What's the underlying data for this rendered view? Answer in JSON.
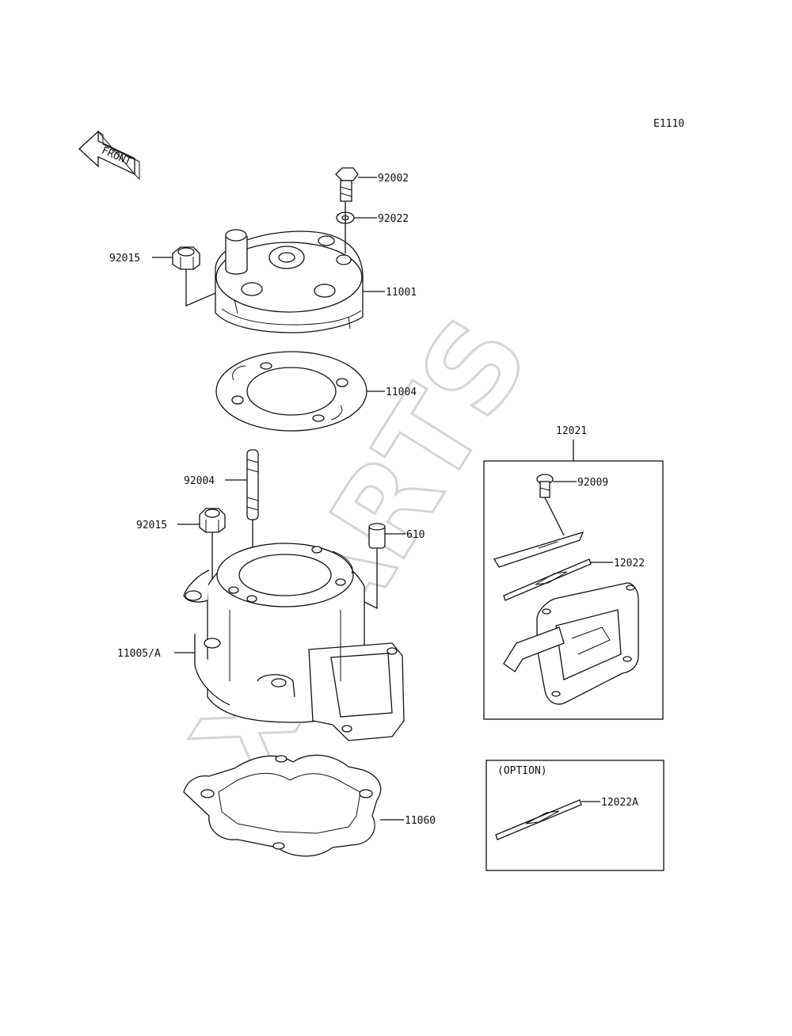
{
  "diagram_code": "E1110",
  "front_label": "FRONT",
  "watermark": "XPARTS",
  "option_label": "(OPTION)",
  "part_labels": {
    "p92002": "92002",
    "p92022": "92022",
    "p92015_top": "92015",
    "p11001": "11001",
    "p11004": "11004",
    "p92004": "92004",
    "p92015_mid": "92015",
    "p610": "610",
    "p11005a": "11005/A",
    "p11060": "11060",
    "p12021": "12021",
    "p92009": "92009",
    "p12022": "12022",
    "p12022a": "12022A"
  }
}
